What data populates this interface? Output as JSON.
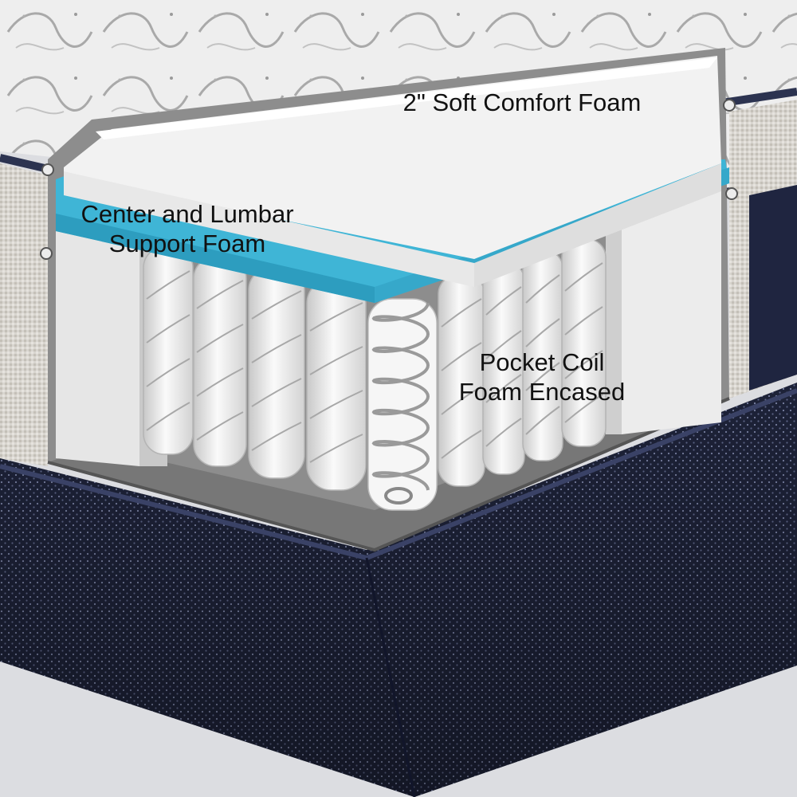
{
  "labels": {
    "comfort_foam": "2\" Soft Comfort Foam",
    "support_foam_line1": "Center and Lumbar",
    "support_foam_line2": "Support Foam",
    "pocket_coil_line1": "Pocket Coil",
    "pocket_coil_line2": "Foam Encased"
  },
  "colors": {
    "background": "#dcdde1",
    "comfort_foam": "#f2f2f2",
    "support_foam": "#3fb5d6",
    "base_fabric": "#1d2238",
    "quilt_top": "#f0f0f0",
    "side_panel": "#d8d5cf",
    "coil_sleeve": "#f4f4f4",
    "label_text": "#111111"
  },
  "icons": [
    "mattress-cutaway-illustration",
    "spring-coil-icon"
  ]
}
